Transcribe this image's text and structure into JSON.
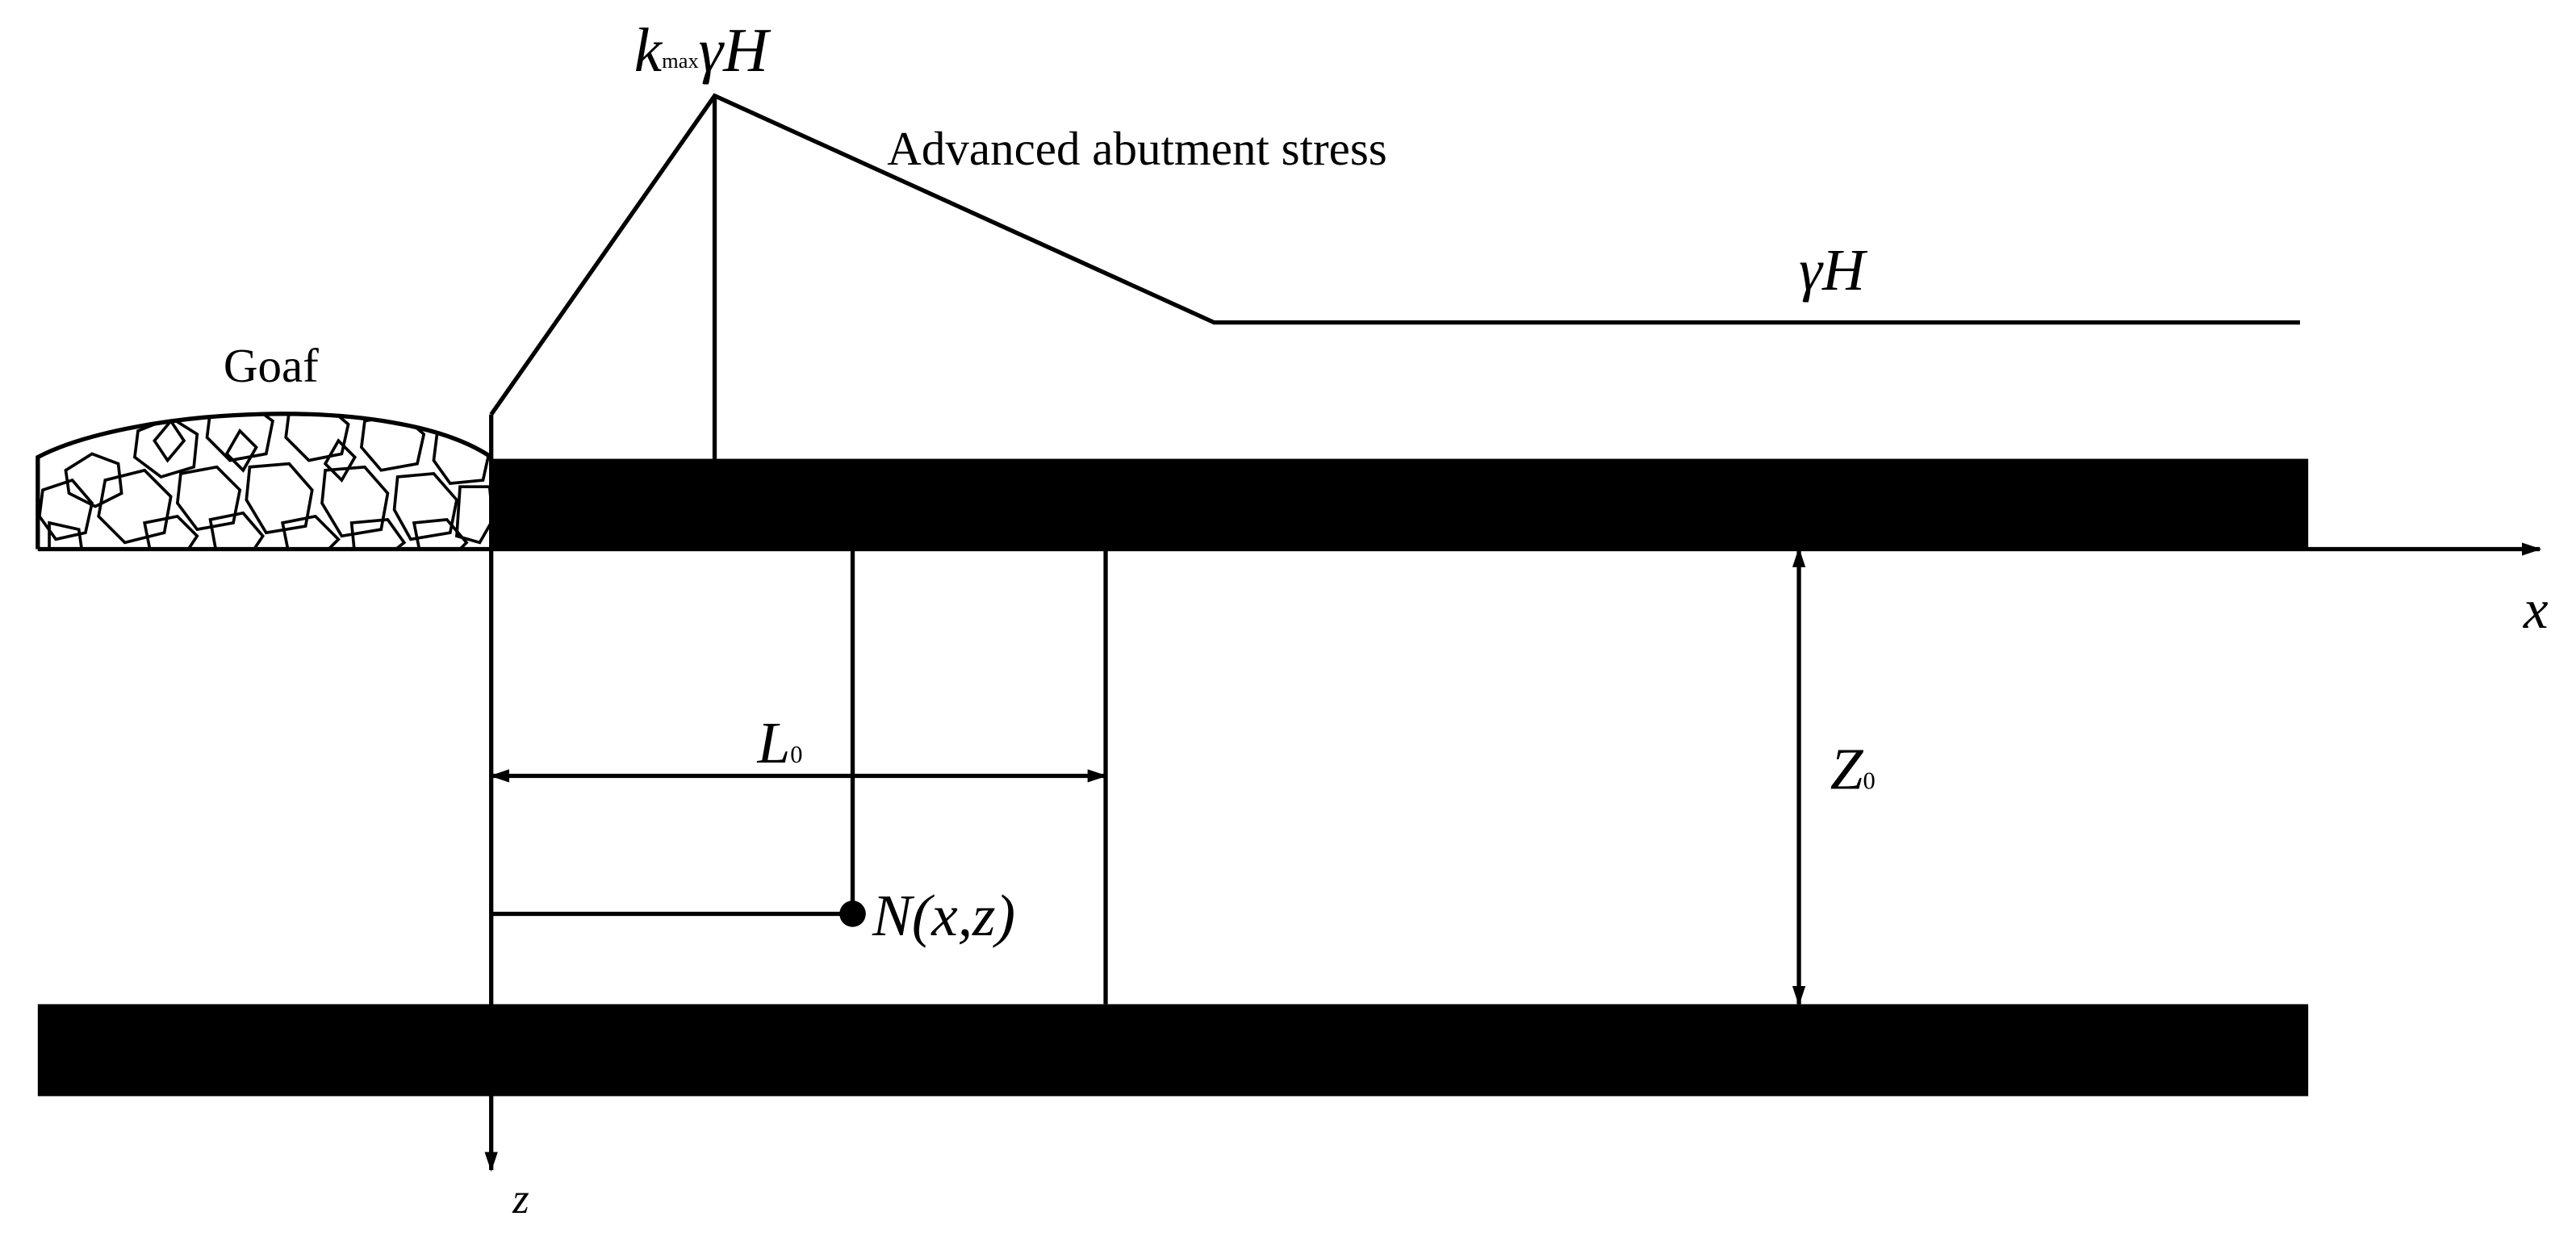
{
  "labels": {
    "peak_k": "k",
    "peak_k_sub": "max",
    "peak_gamma_h": "γH",
    "advanced_stress": "Advanced abutment stress",
    "original_stress": "γH",
    "goaf": "Goaf",
    "x_axis": "x",
    "z_axis": "z",
    "l0_main": "L",
    "l0_sub": "0",
    "z0_main": "Z",
    "z0_sub": "0",
    "point": "N(x,z)"
  },
  "colors": {
    "ink": "#000000",
    "background": "#ffffff"
  }
}
